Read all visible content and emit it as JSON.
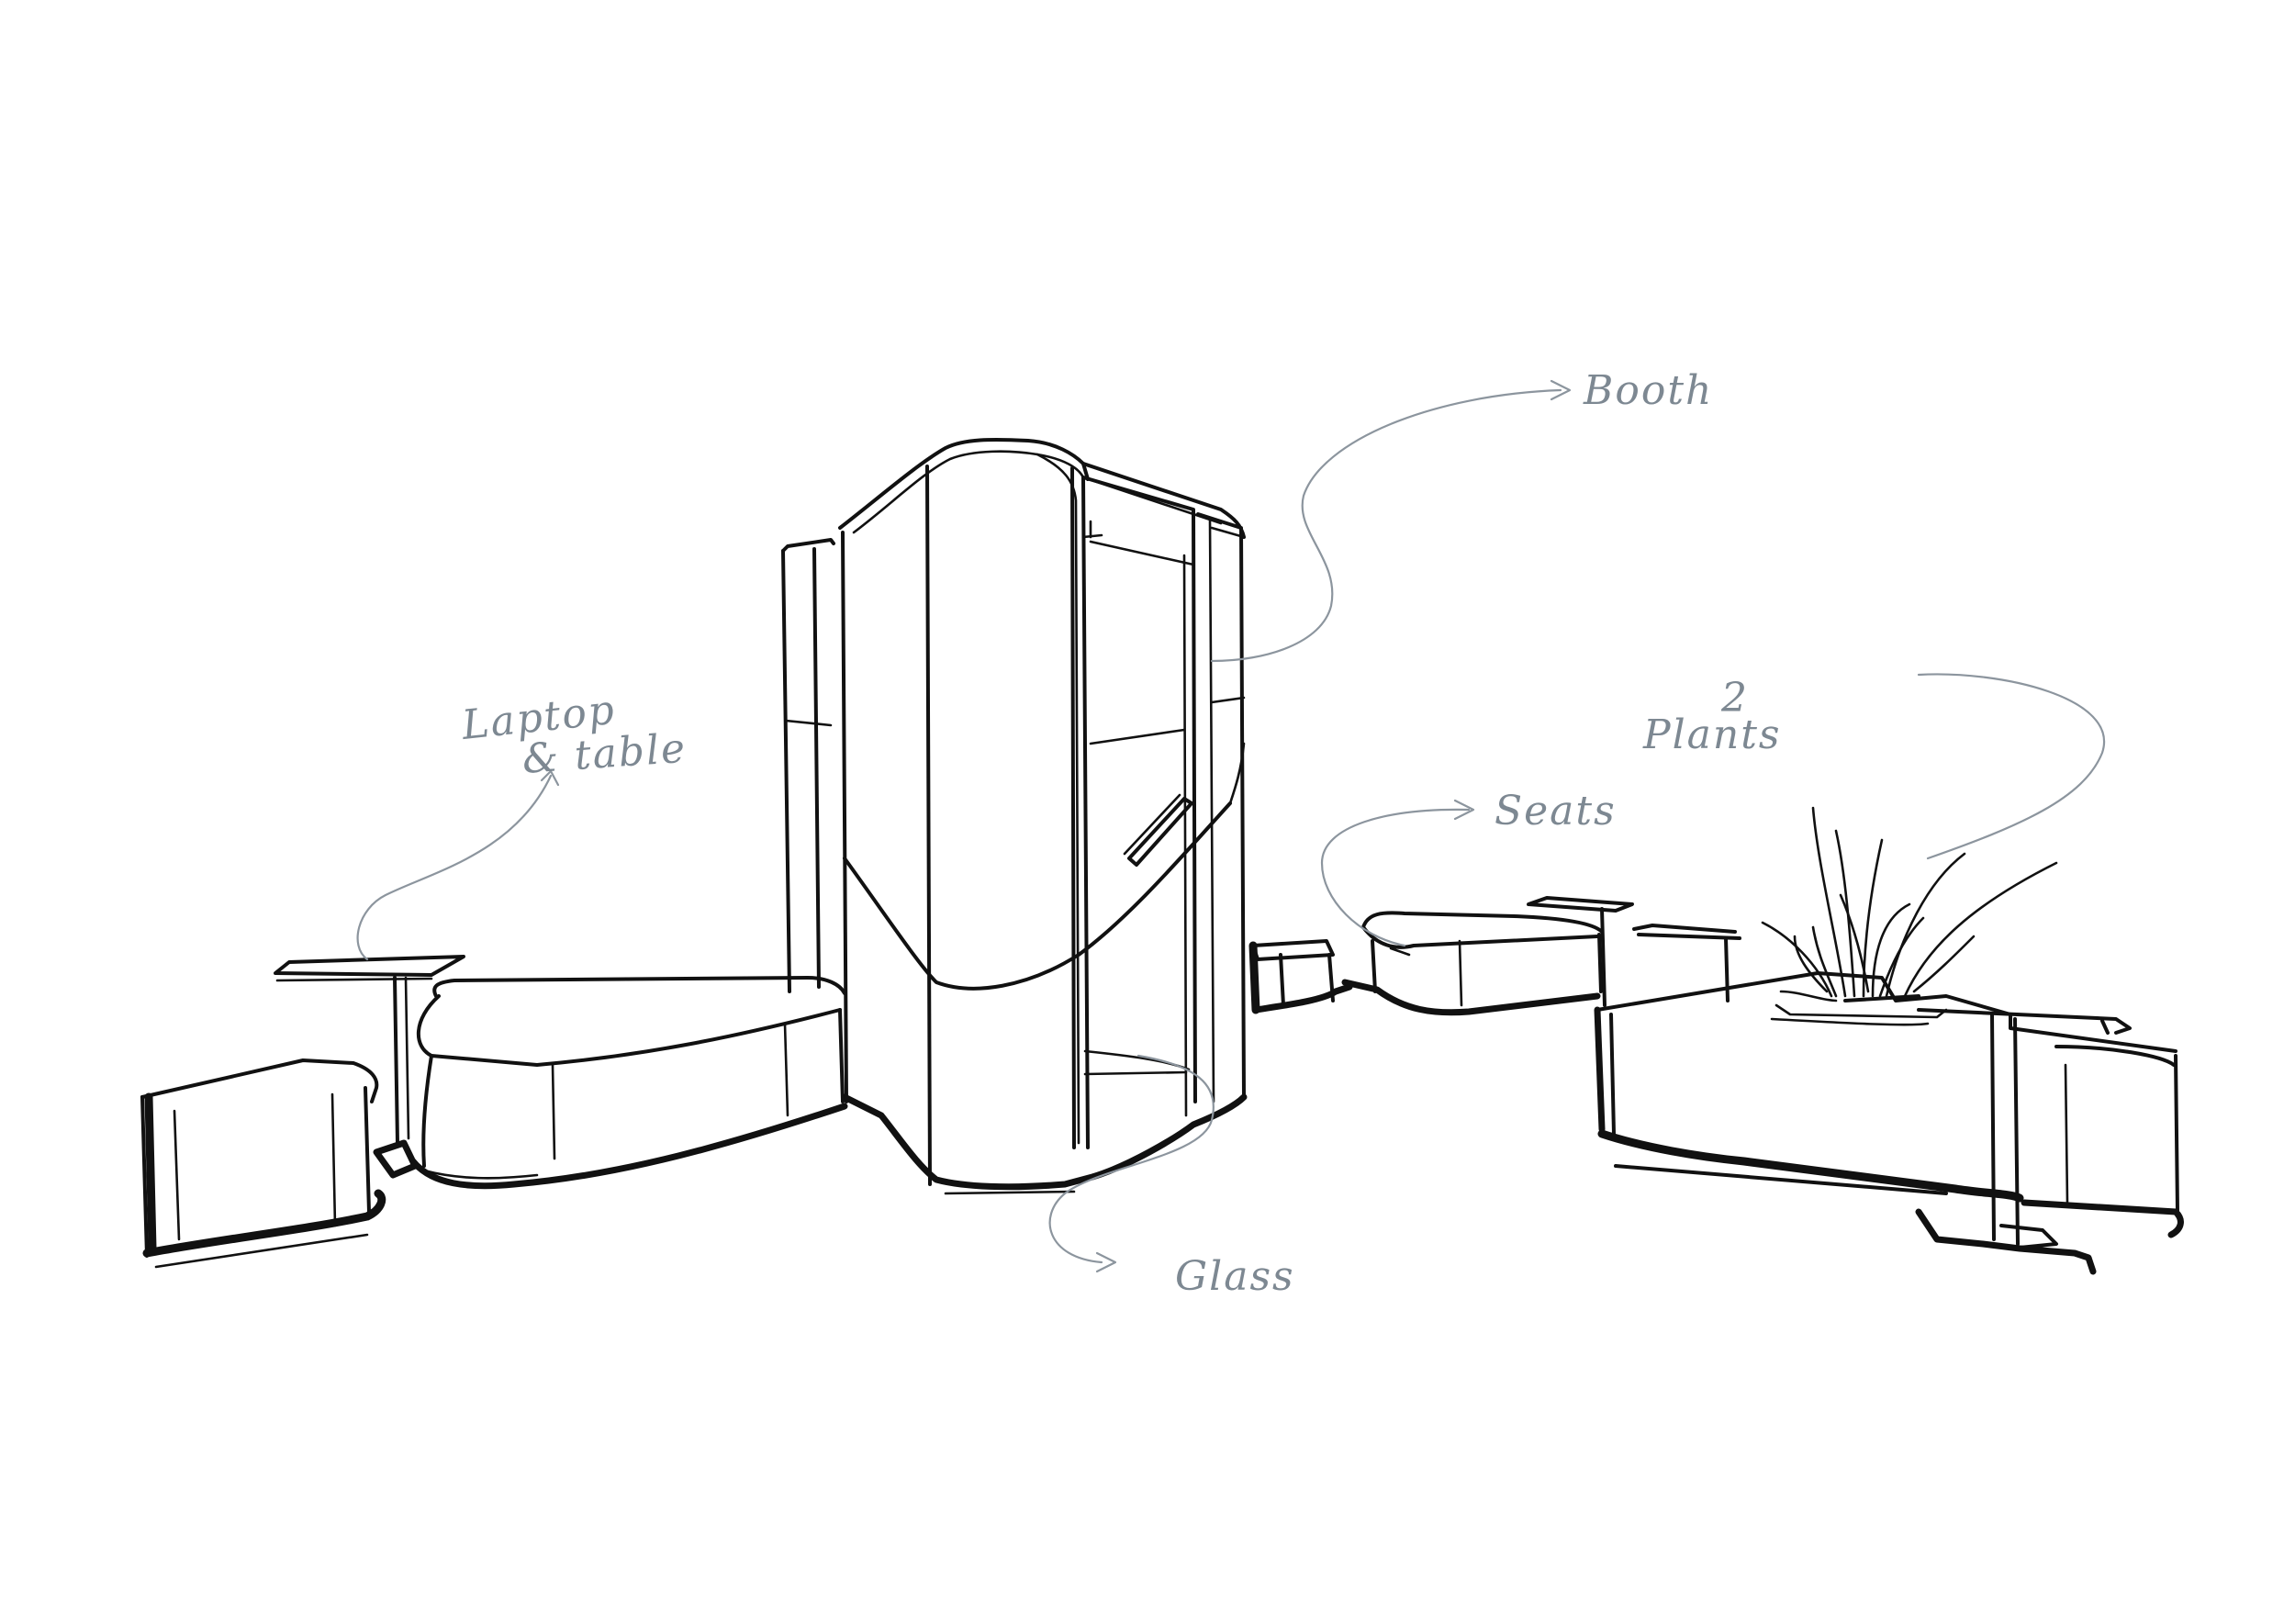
{
  "annotations": {
    "booth": "Booth",
    "laptop_line1": "Laptop",
    "laptop_line2": "& table",
    "plants_line1": "2",
    "plants_line2": "Plants",
    "seats": "Seats",
    "glass": "Glass"
  },
  "colors": {
    "ink": "#111111",
    "annotation": "#7d8892",
    "background": "#ffffff"
  }
}
